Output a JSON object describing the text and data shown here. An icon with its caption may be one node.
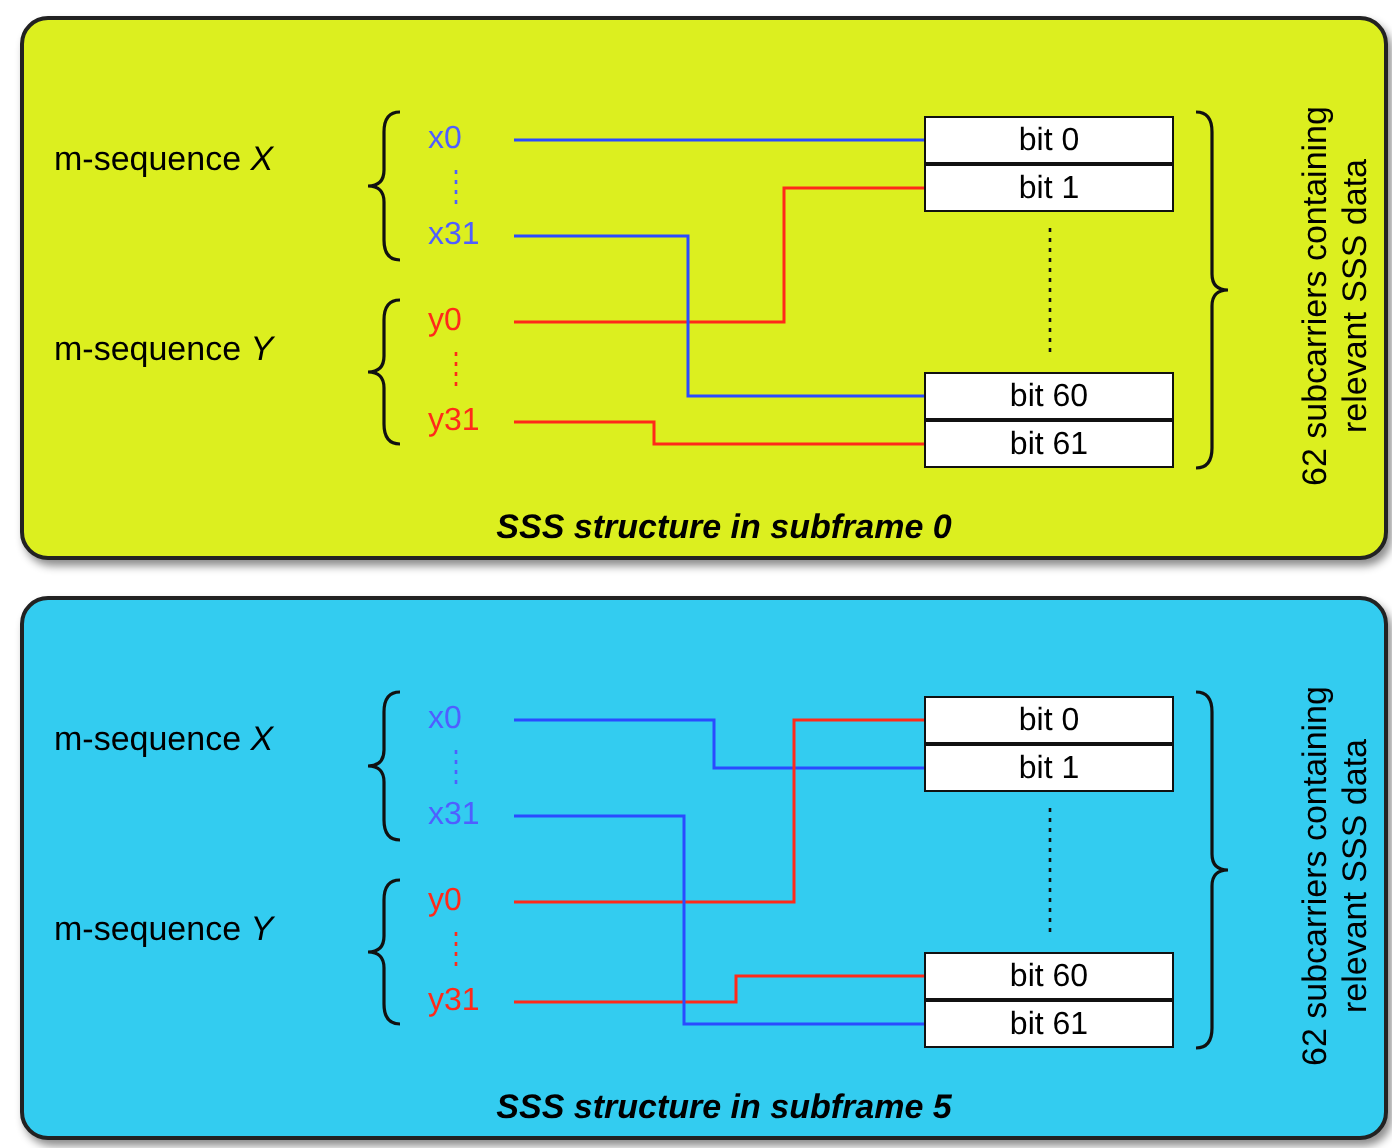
{
  "diagram": {
    "nodes": [
      {
        "text": [
          "SSS structure in subframe 0"
        ]
      },
      {
        "text": [
          "x0"
        ],
        "in": 0
      },
      {
        "text": [
          "x31"
        ],
        "in": 0
      },
      {
        "text": [
          "y0"
        ],
        "in": 0
      },
      {
        "text": [
          "y31"
        ],
        "in": 0
      },
      {
        "text": [
          "bit 0"
        ],
        "in": 0
      },
      {
        "text": [
          "bit 1"
        ],
        "in": 0
      },
      {
        "text": [
          "bit 60"
        ],
        "in": 0
      },
      {
        "text": [
          "bit 61"
        ],
        "in": 0
      },
      {
        "text": [
          "SSS structure in subframe 5"
        ]
      },
      {
        "text": [
          "x0"
        ],
        "in": 9
      },
      {
        "text": [
          "x31"
        ],
        "in": 9
      },
      {
        "text": [
          "y0"
        ],
        "in": 9
      },
      {
        "text": [
          "y31"
        ],
        "in": 9
      },
      {
        "text": [
          "bit 0"
        ],
        "in": 9
      },
      {
        "text": [
          "bit 1"
        ],
        "in": 9
      },
      {
        "text": [
          "bit 60"
        ],
        "in": 9
      },
      {
        "text": [
          "bit 61"
        ],
        "in": 9
      }
    ],
    "edges": [
      {
        "from": 1,
        "to": 5,
        "arrow": "none",
        "color": "#2a4bff"
      },
      {
        "from": 3,
        "to": 6,
        "arrow": "none",
        "color": "#ff2a1a"
      },
      {
        "from": 2,
        "to": 7,
        "arrow": "none",
        "color": "#2a4bff"
      },
      {
        "from": 4,
        "to": 8,
        "arrow": "none",
        "color": "#ff2a1a"
      },
      {
        "from": 10,
        "to": 15,
        "arrow": "none",
        "color": "#2a4bff"
      },
      {
        "from": 12,
        "to": 14,
        "arrow": "none",
        "color": "#ff2a1a"
      },
      {
        "from": 13,
        "to": 16,
        "arrow": "none",
        "color": "#ff2a1a"
      },
      {
        "from": 11,
        "to": 17,
        "arrow": "none",
        "color": "#2a4bff"
      }
    ],
    "labels": [
      "m-sequence *X*",
      "m-sequence *Y*",
      "62 subcarriers containing relevant SSS data",
      "m-sequence *X*",
      "m-sequence *Y*",
      "62 subcarriers containing relevant SSS data"
    ]
  }
}
